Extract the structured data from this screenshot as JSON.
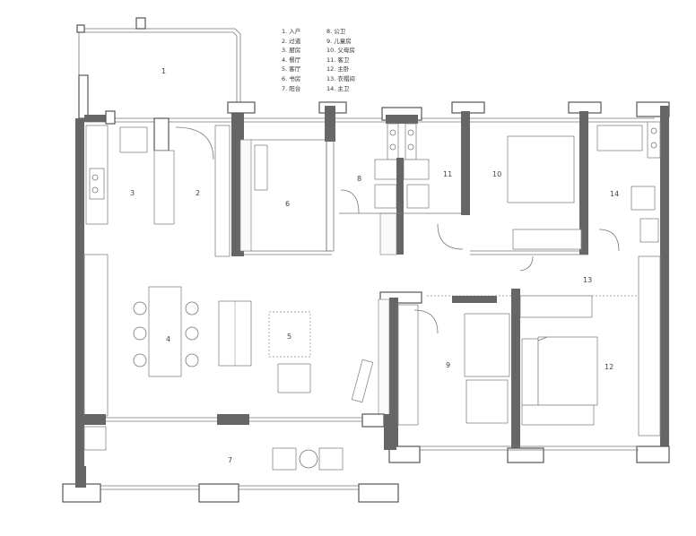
{
  "legend": {
    "col1": [
      "1. 入户",
      "2. 过道",
      "3. 厨房",
      "4. 餐厅",
      "5. 客厅",
      "6. 书房",
      "7. 阳台"
    ],
    "col2": [
      "8. 公卫",
      "9. 儿童房",
      "10. 父母房",
      "11. 客卫",
      "12. 主卧",
      "13. 衣帽间",
      "14. 主卫"
    ]
  },
  "rooms": [
    {
      "num": "1"
    },
    {
      "num": "2"
    },
    {
      "num": "3"
    },
    {
      "num": "4"
    },
    {
      "num": "5"
    },
    {
      "num": "6"
    },
    {
      "num": "7"
    },
    {
      "num": "8"
    },
    {
      "num": "9"
    },
    {
      "num": "10"
    },
    {
      "num": "11"
    },
    {
      "num": "12"
    },
    {
      "num": "13"
    },
    {
      "num": "14"
    }
  ],
  "colors": {
    "wall": "#666666",
    "line": "#777777",
    "background": "#ffffff"
  }
}
